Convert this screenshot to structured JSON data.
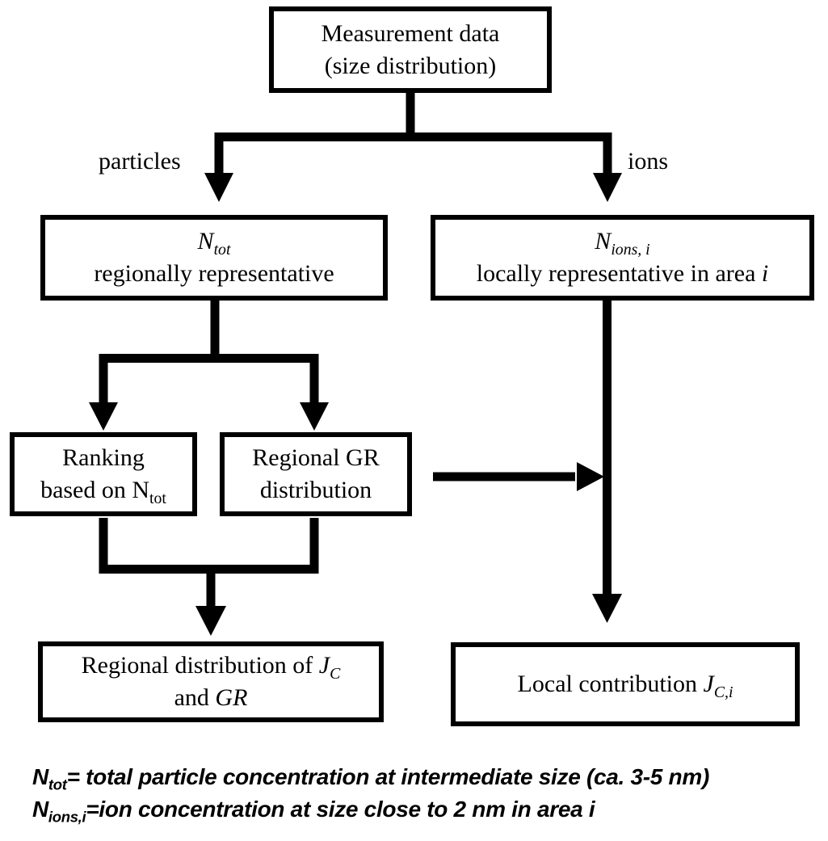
{
  "colors": {
    "line": "#000000",
    "background": "#ffffff",
    "box_fill": "#ffffff"
  },
  "nodes": {
    "measurement": {
      "line1": "Measurement data",
      "line2": "(size distribution)"
    },
    "ntot": {
      "sym": "N",
      "sub": "tot",
      "caption": "regionally representative"
    },
    "nions": {
      "sym": "N",
      "sub": "ions, i",
      "caption_pre": "locally representative in area ",
      "caption_var": "i"
    },
    "ranking": {
      "line1": "Ranking",
      "line2_pre": "based on N",
      "line2_sub": "tot"
    },
    "regional_gr": {
      "line1": "Regional GR",
      "line2": "distribution"
    },
    "regional_jc": {
      "line1_pre": "Regional distribution of ",
      "line1_var": "J",
      "line1_sub": "C",
      "line2_pre": "and ",
      "line2_var": "GR"
    },
    "local_jc": {
      "pre": "Local contribution ",
      "var": "J",
      "sub": "C,i"
    }
  },
  "edge_labels": {
    "left": "particles",
    "right": "ions"
  },
  "footnotes": {
    "line1": {
      "sym": "N",
      "sub": "tot",
      "rest": "= total particle concentration at intermediate size (ca. 3-5 nm)"
    },
    "line2": {
      "sym": "N",
      "sub": "ions,i",
      "rest": "=ion concentration at size close to 2 nm in area i"
    }
  }
}
